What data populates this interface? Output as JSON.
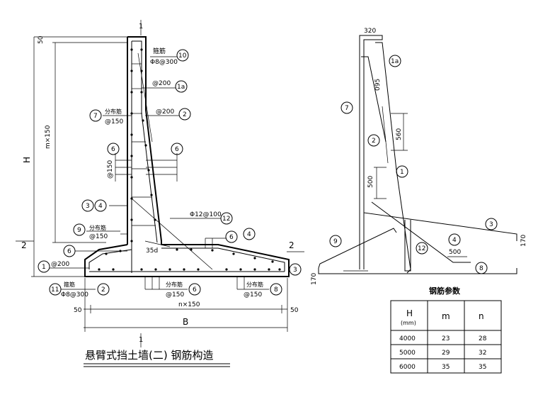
{
  "drawing_title": "悬臂式挡土墙(二) 钢筋构造",
  "table": {
    "title": "钢筋参数",
    "header_h": "H",
    "header_h_unit": "(mm)",
    "header_m": "m",
    "header_n": "n",
    "rows": [
      {
        "h": "4000",
        "m": "23",
        "n": "28"
      },
      {
        "h": "5000",
        "m": "29",
        "n": "32"
      },
      {
        "h": "6000",
        "m": "35",
        "n": "35"
      }
    ]
  },
  "section_mark": "1",
  "section_mark_side": "2",
  "left_dims": {
    "top_50": "50",
    "m150": "m×150",
    "h": "H",
    "bot_50_left": "50",
    "bot_50_right": "50",
    "n150": "n×150",
    "b": "B"
  },
  "left_labels": {
    "gujin_top": "箍筋",
    "gujin_top_spec": "Φ8@300",
    "a200_1a": "@200",
    "a200_2": "@200",
    "fenbu_7": "分布筋",
    "fenbu_7_spec": "@150",
    "a150_v": "@150",
    "phi12": "Φ12@100",
    "fenbu_9": "分布筋",
    "fenbu_9_spec": "@150",
    "d35": "35d",
    "a200_1": "@200",
    "gujin_bot": "箍筋",
    "gujin_bot_spec": "Φ8@300",
    "fenbu_6": "分布筋",
    "fenbu_6_spec": "@150",
    "fenbu_8": "分布筋",
    "fenbu_8_spec": "@150"
  },
  "bubbles": {
    "b10": "10",
    "b1a": "1a",
    "b2": "2",
    "b7": "7",
    "b6": "6",
    "b3": "3",
    "b4": "4",
    "b12": "12",
    "b9": "9",
    "b1": "1",
    "b11": "11",
    "b8": "8"
  },
  "right_dims": {
    "d320": "320",
    "d095": "095",
    "d560": "560",
    "d500v": "500",
    "d500h": "500",
    "d170_left": "170",
    "d170_right": "170"
  }
}
